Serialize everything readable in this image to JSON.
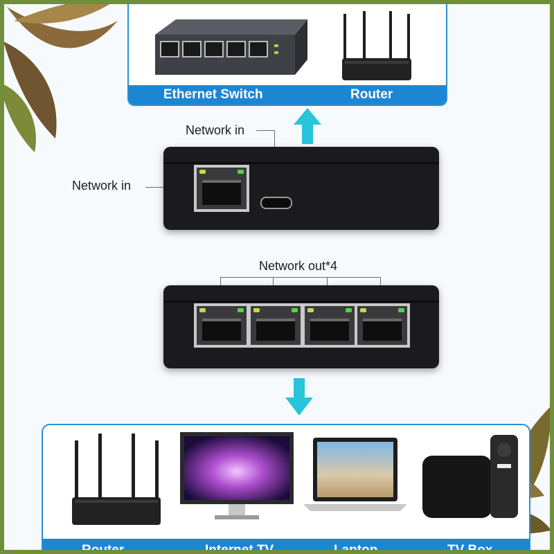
{
  "top_targets": {
    "switch_label": "Ethernet Switch",
    "router_label": "Router"
  },
  "input_side": {
    "callout_usbc": "Network in",
    "callout_rj45": "Network in"
  },
  "output_side": {
    "callout_ports": "Network out*4"
  },
  "bottom_targets": {
    "items": [
      "Router",
      "Internet TV",
      "Laptop",
      "TV Box"
    ]
  },
  "colors": {
    "accent_blue": "#1d86d3",
    "arrow_cyan": "#27c4dc",
    "device_black": "#1b1b1d"
  }
}
